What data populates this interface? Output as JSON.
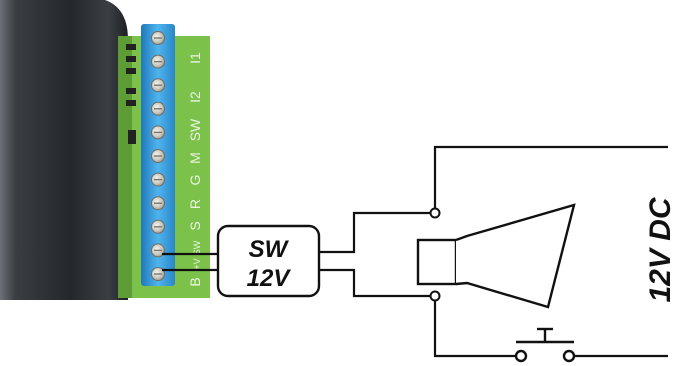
{
  "box": {
    "line1": "SW",
    "line2": "12V"
  },
  "terminal_labels": [
    "I1",
    "I2",
    "SW",
    "M",
    "G",
    "R",
    "S",
    "SW",
    "+V",
    "B"
  ],
  "supply_label": "12V DC",
  "colors": {
    "line": "#111111",
    "pcb": "#7cc24a",
    "terminal_block": "#3aa0e0",
    "housing": "#2f3236",
    "background": "#ffffff"
  }
}
